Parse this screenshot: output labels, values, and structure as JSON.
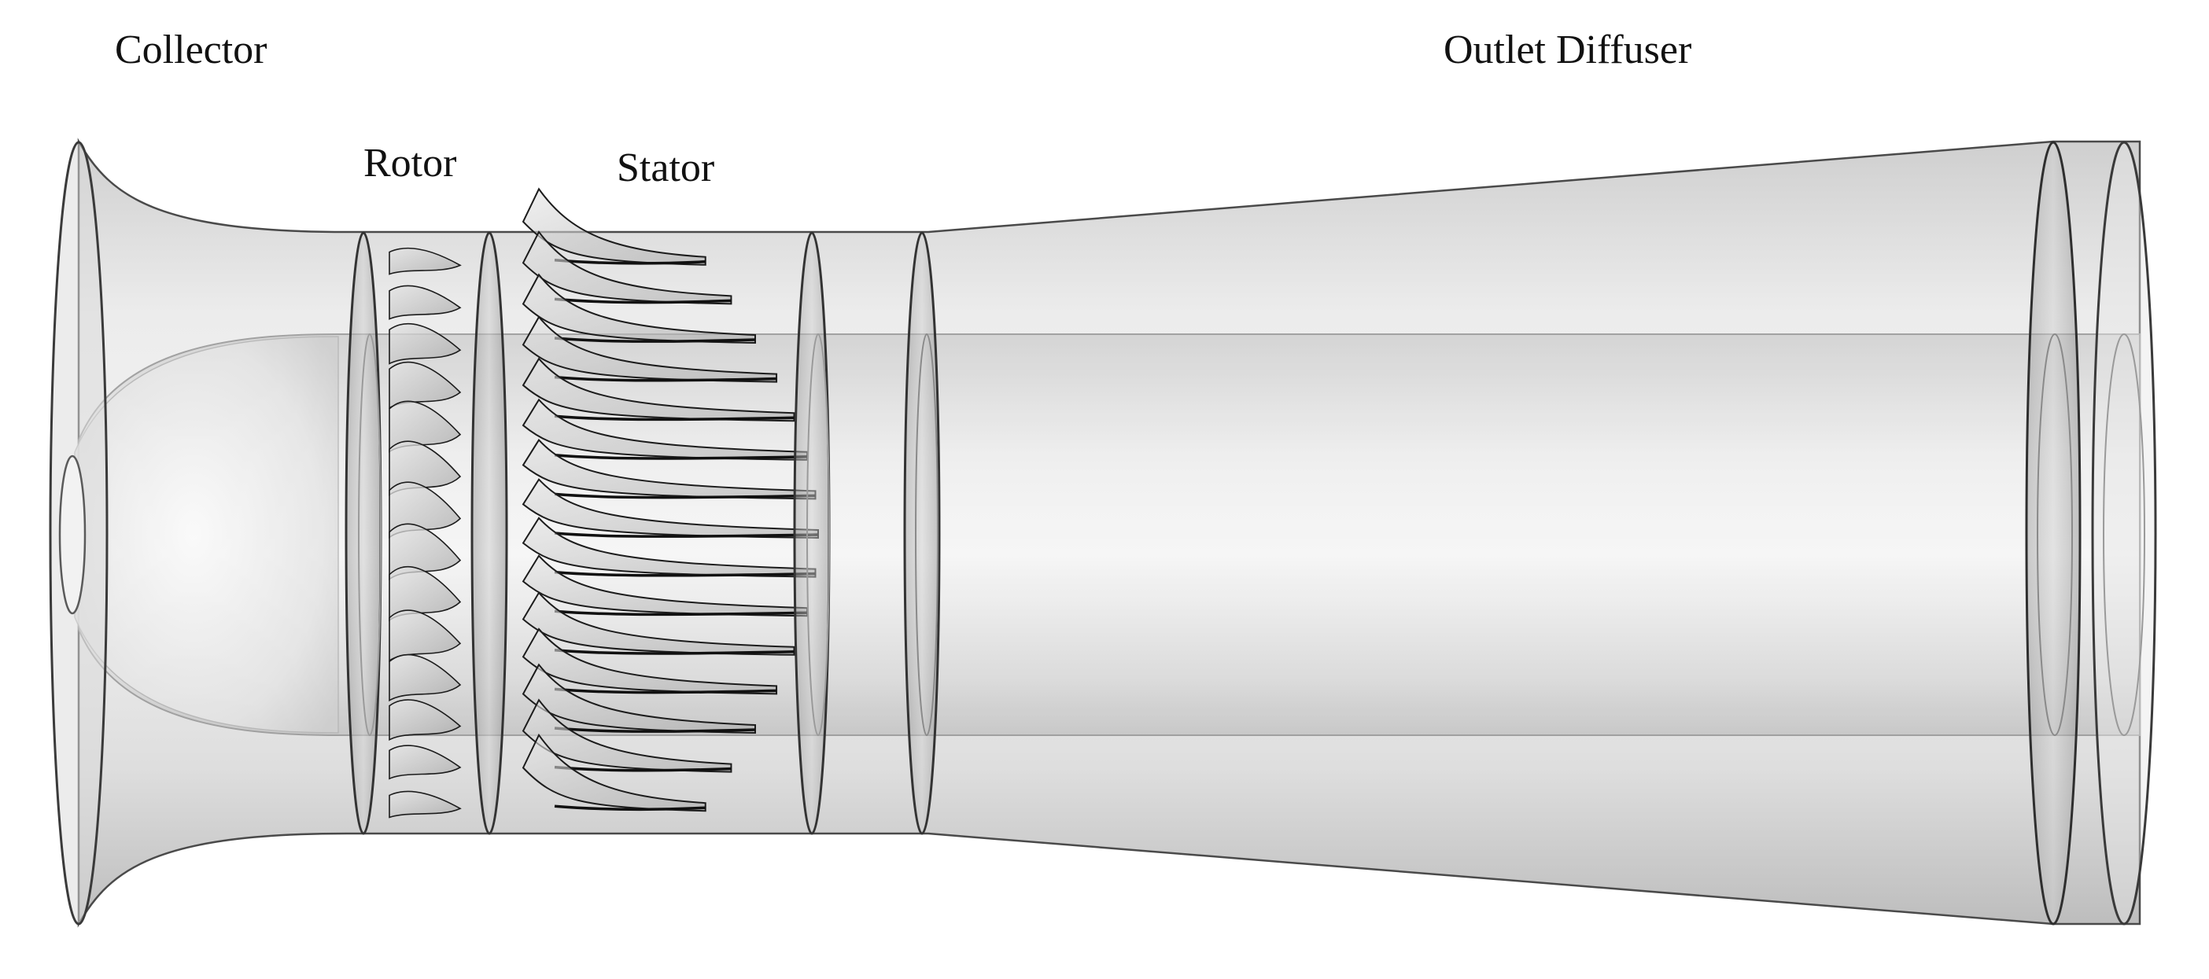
{
  "labels": {
    "collector": "Collector",
    "rotor": "Rotor",
    "stator": "Stator",
    "outlet_diffuser": "Outlet Diffuser"
  },
  "colors": {
    "background": "#ffffff",
    "body_fill": "#e9e9e9",
    "edge": "#3a3a3a",
    "blade": "#bdbdbd",
    "blade_edge": "#1c1c1c",
    "hub": "#e4e4e4"
  },
  "components": {
    "rotor_blade_count": 14,
    "stator_vane_count": 15
  }
}
